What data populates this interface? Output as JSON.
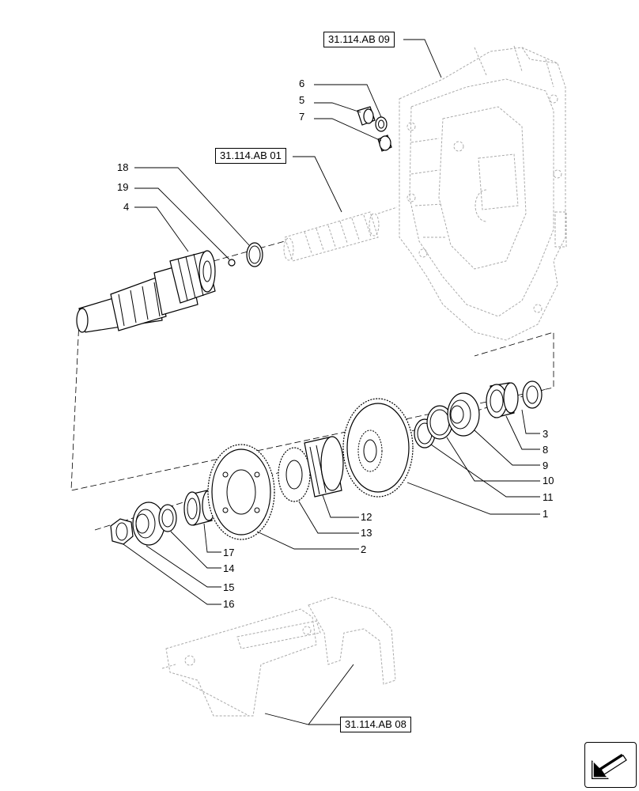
{
  "references": [
    {
      "id": "ref-09",
      "label": "31.114.AB 09"
    },
    {
      "id": "ref-01",
      "label": "31.114.AB 01"
    },
    {
      "id": "ref-08",
      "label": "31.114.AB 08"
    }
  ],
  "callouts": [
    "1",
    "2",
    "3",
    "4",
    "5",
    "6",
    "7",
    "8",
    "9",
    "10",
    "11",
    "12",
    "13",
    "14",
    "15",
    "16",
    "17",
    "18",
    "19"
  ],
  "nav": {
    "icon": "arrow-icon"
  }
}
